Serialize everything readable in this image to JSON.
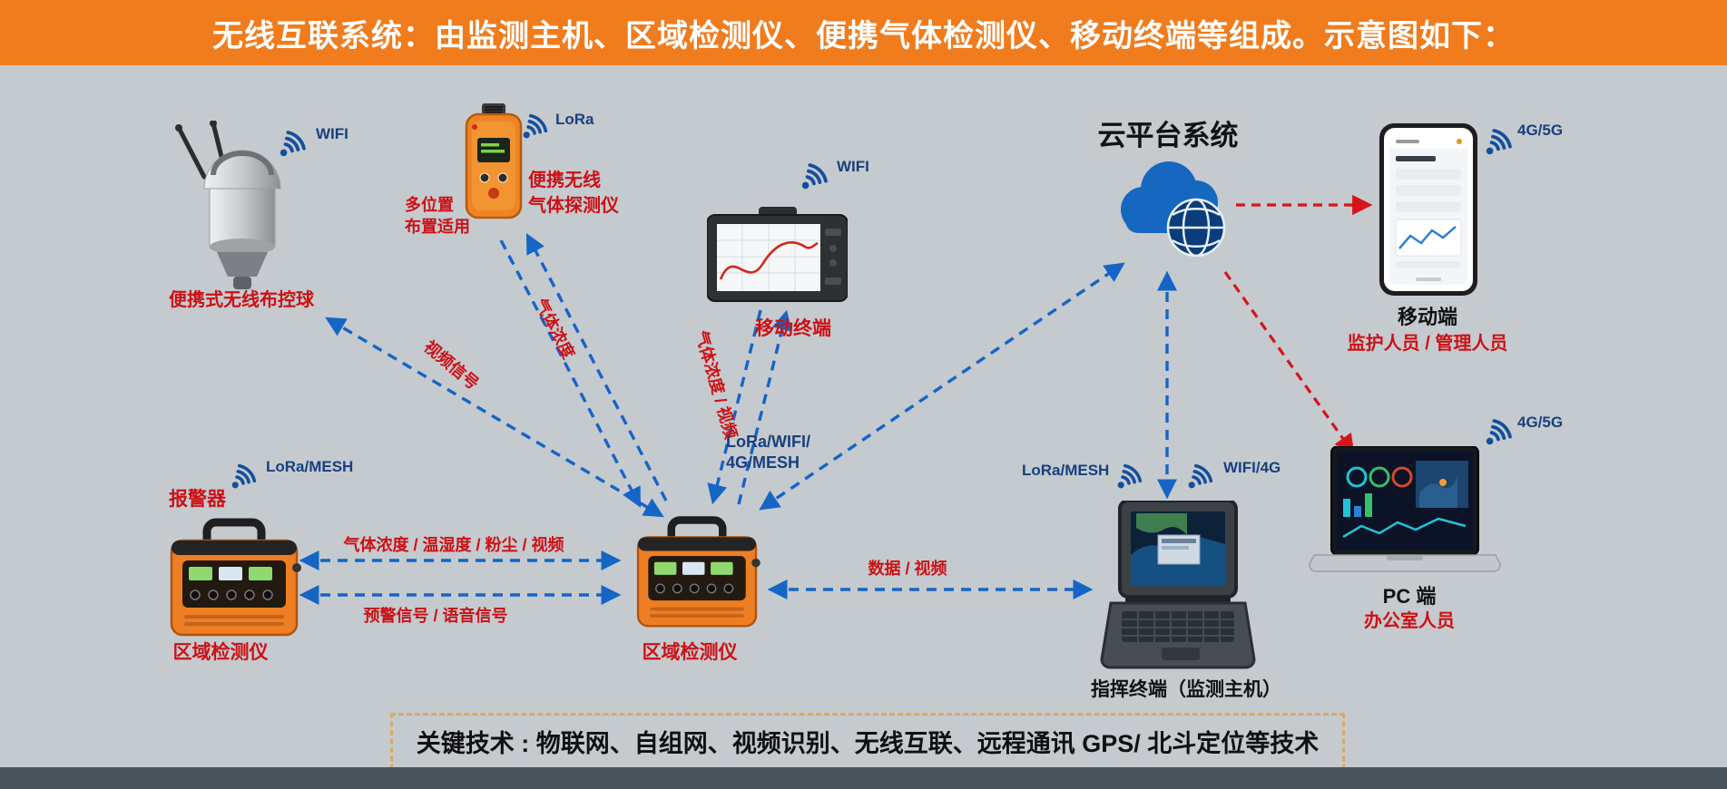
{
  "header": {
    "title": "无线互联系统：由监测主机、区域检测仪、便携气体检测仪、移动终端等组成。示意图如下："
  },
  "devices": {
    "ball": {
      "label": "便携式无线布控球",
      "signal": "WIFI"
    },
    "gas": {
      "label1": "便携无线",
      "label2": "气体探测仪",
      "note1": "多位置",
      "note2": "布置适用",
      "signal": "LoRa"
    },
    "tablet": {
      "label": "移动终端",
      "signal": "WIFI"
    },
    "cloud": {
      "label": "云平台系统"
    },
    "phone": {
      "label": "移动端",
      "sub": "监护人员 / 管理人员",
      "signal": "4G/5G"
    },
    "alarm": {
      "tag": "报警器",
      "label": "区域检测仪",
      "signal": "LoRa/MESH"
    },
    "detector": {
      "label": "区域检测仪"
    },
    "command": {
      "label": "指挥终端（监测主机）",
      "signal_left": "LoRa/MESH",
      "signal_right": "WIFI/4G"
    },
    "pc": {
      "label": "PC 端",
      "sub": "办公室人员",
      "signal": "4G/5G"
    }
  },
  "links": {
    "video": "视频信号",
    "gas": "气体浓度",
    "gas_video": "气体浓度 / 视频",
    "mesh1": "LoRa/WIFI/",
    "mesh2": "4G/MESH",
    "bundle": "气体浓度 / 温湿度 / 粉尘 / 视频",
    "warn": "预警信号 / 语音信号",
    "data": "数据 / 视频"
  },
  "footer": {
    "key_tech": "关键技术 : 物联网、自组网、视频识别、无线互联、远程通讯 GPS/ 北斗定位等技术"
  },
  "colors": {
    "header_bg": "#f07c1e",
    "arrow_blue": "#1565c5",
    "arrow_red": "#d61518",
    "label_red": "#cc1115",
    "label_navy": "#16417e",
    "background": "#c5cacf"
  }
}
